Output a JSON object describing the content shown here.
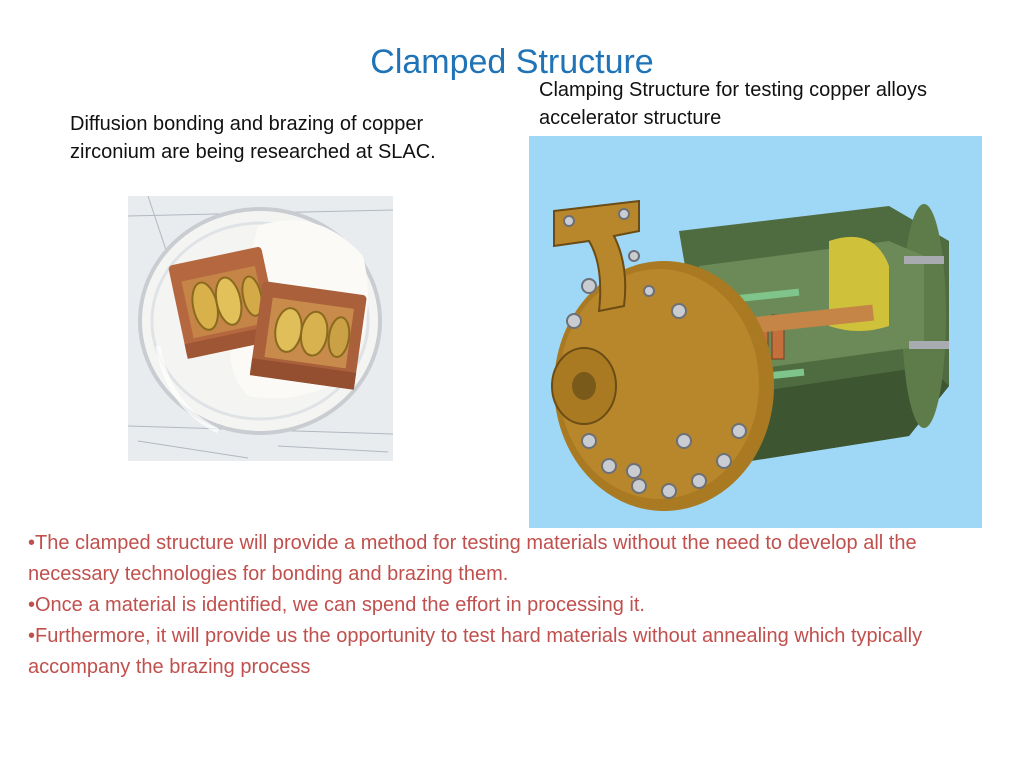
{
  "slide": {
    "title": "Clamped Structure",
    "left_caption": "Diffusion bonding and brazing of copper zirconium are being researched at SLAC.",
    "right_caption": "Clamping Structure for testing copper alloys accelerator structure",
    "bullets": [
      "•The clamped structure will provide a method for testing materials without the need to develop all the necessary technologies for bonding and brazing them.",
      "•Once a material is identified, we can spend the effort in processing it.",
      "•Furthermore, it will provide us the opportunity to test hard materials without annealing which typically accompany the  brazing process"
    ]
  },
  "colors": {
    "title": "#1f73b6",
    "bullet_text": "#c0504d",
    "cad_background": "#9fd7f7",
    "copper": "#b5683f",
    "brass": "#b8862b",
    "housing_green": "#4f6b40"
  }
}
